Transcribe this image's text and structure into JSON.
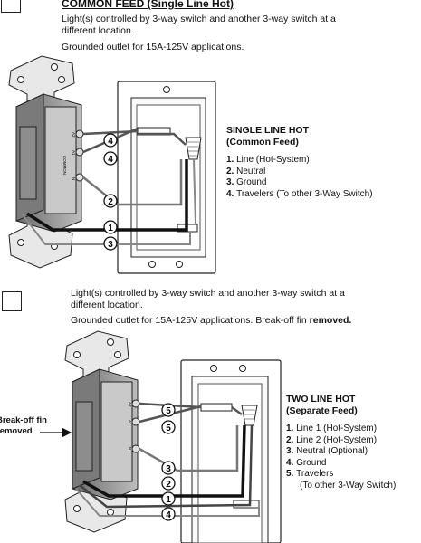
{
  "section1": {
    "title": "COMMON FEED (Single Line Hot)",
    "desc_line1": "Light(s) controlled by 3-way switch and another 3-way switch at a",
    "desc_line2": "different location.",
    "desc_line3": "Grounded outlet for 15A-125V applications.",
    "legend_title1": "SINGLE LINE HOT",
    "legend_title2": "(Common Feed)",
    "legend": [
      {
        "n": "1.",
        "label": "Line (Hot-System)"
      },
      {
        "n": "2.",
        "label": "Neutral"
      },
      {
        "n": "3.",
        "label": "Ground"
      },
      {
        "n": "4.",
        "label": "Travelers (To other 3-Way Switch)"
      }
    ],
    "callouts": [
      "4",
      "4",
      "2",
      "1",
      "3"
    ]
  },
  "section2": {
    "desc_line1": "Light(s) controlled by 3-way switch and another 3-way switch at a",
    "desc_line2": "different location.",
    "desc_line3_prefix": "Grounded outlet for 15A-125V applications. Break-off fin ",
    "desc_line3_bold": "removed.",
    "side_label1": "Break-off fin",
    "side_label2": "removed",
    "legend_title1": "TWO LINE HOT",
    "legend_title2": "(Separate Feed)",
    "legend": [
      {
        "n": "1.",
        "label": "Line 1 (Hot-System)"
      },
      {
        "n": "2.",
        "label": "Line 2 (Hot-System)"
      },
      {
        "n": "3.",
        "label": "Neutral (Optional)"
      },
      {
        "n": "4.",
        "label": "Ground"
      },
      {
        "n": "5.",
        "label": "Travelers"
      }
    ],
    "legend_extra": "(To other 3-Way Switch)",
    "callouts": [
      "5",
      "5",
      "3",
      "2",
      "1",
      "4"
    ]
  },
  "device_labels": {
    "common": "COMMON",
    "a1": "A1",
    "a2": "A2",
    "n": "N"
  }
}
